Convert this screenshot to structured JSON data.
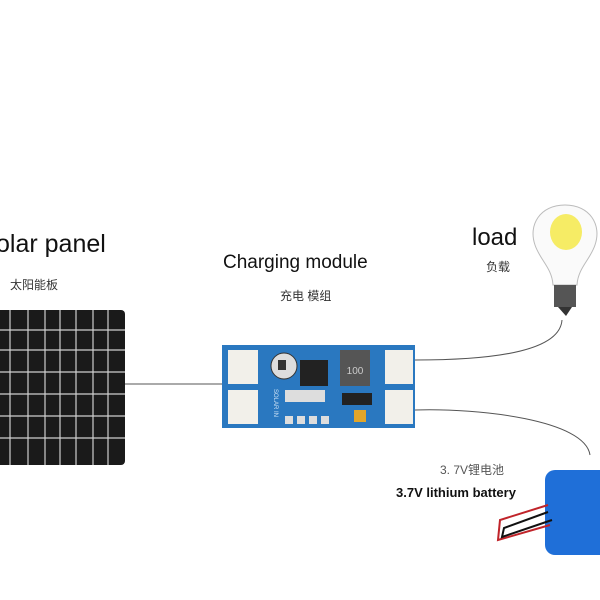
{
  "solar_panel": {
    "label_en": "olar panel",
    "label_zh": "太阳能板"
  },
  "module": {
    "label_en": "Charging module",
    "label_zh": "充电 模组",
    "inductor_marking": "100",
    "silk_label": "SOLAR IN"
  },
  "load": {
    "label_en": "load",
    "label_zh": "负载"
  },
  "battery": {
    "label_zh": "3. 7V锂电池",
    "label_en": "3.7V lithium battery"
  },
  "colors": {
    "pcb": "#2a78c0",
    "battery": "#1f6fd8",
    "panel": "#1a1a1a",
    "bulb": "#f5e94a"
  }
}
